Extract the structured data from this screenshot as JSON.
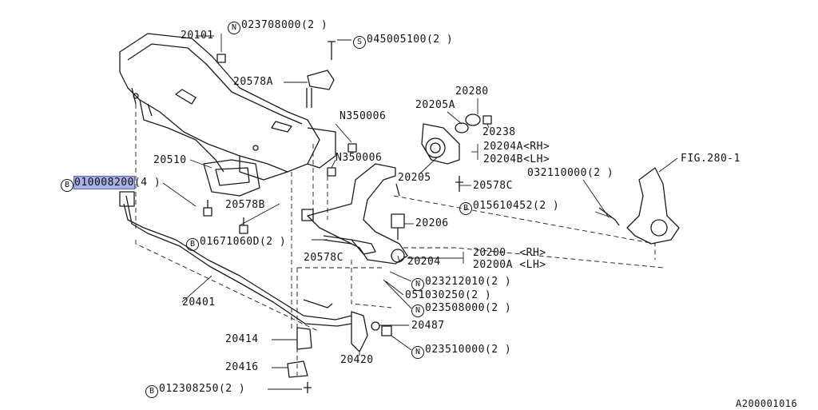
{
  "diagram_id": "A200001016",
  "figure_ref": "FIG.280-1",
  "parts": {
    "p20101": "20101",
    "p20578A": "20578A",
    "p20510": "20510",
    "p20578B": "20578B",
    "p20401": "20401",
    "p20414": "20414",
    "p20416": "20416",
    "p20420": "20420",
    "p20487": "20487",
    "p20204": "20204",
    "p20578C_lower": "20578C",
    "p20206": "20206",
    "p20205": "20205",
    "p20578C": "20578C",
    "p20205A": "20205A",
    "p20280": "20280",
    "p20238": "20238",
    "p20204A": "20204A<RH>",
    "p20204B": "20204B<LH>",
    "p20200": "20200  <RH>",
    "p20200A": "20200A <LH>",
    "pN350006a": "N350006",
    "pN350006b": "N350006",
    "p032110000": "032110000(2 )",
    "p051030250": "051030250(2 )"
  },
  "callouts": {
    "c1": {
      "symbol": "N",
      "text": "023708000(2 )"
    },
    "c2": {
      "symbol": "S",
      "text": "045005100(2 )"
    },
    "c3": {
      "symbol": "B",
      "text": "010008200",
      "qty": "(4 )"
    },
    "c4": {
      "symbol": "B",
      "text": "01671060D(2 )"
    },
    "c5": {
      "symbol": "B",
      "text": "015610452(2 )"
    },
    "c6": {
      "symbol": "N",
      "text": "023212010(2 )"
    },
    "c7": {
      "symbol": "N",
      "text": "023508000(2 )"
    },
    "c8": {
      "symbol": "N",
      "text": "023510000(2 )"
    },
    "c9": {
      "symbol": "B",
      "text": "012308250(2 )"
    }
  }
}
